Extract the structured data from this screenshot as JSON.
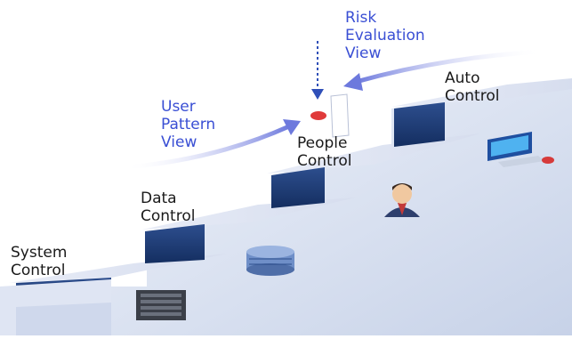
{
  "steps": [
    {
      "label": "System\nControl",
      "icon": "server-icon"
    },
    {
      "label": "Data\nControl",
      "icon": "database-icon"
    },
    {
      "label": "People\nControl",
      "icon": "person-icon"
    },
    {
      "label": "Auto\nControl",
      "icon": "computer-icon"
    }
  ],
  "views": [
    {
      "label": "User\nPattern\nView"
    },
    {
      "label": "Risk\nEvaluation\nView"
    }
  ],
  "colors": {
    "step_top": "#dfe5f3",
    "step_riser": "#1f3f7a",
    "step_wall": "#ccd6ea",
    "view_text": "#3a4fd4",
    "view_arrow": "#6d79dd",
    "control_text": "#1a1a1a"
  }
}
